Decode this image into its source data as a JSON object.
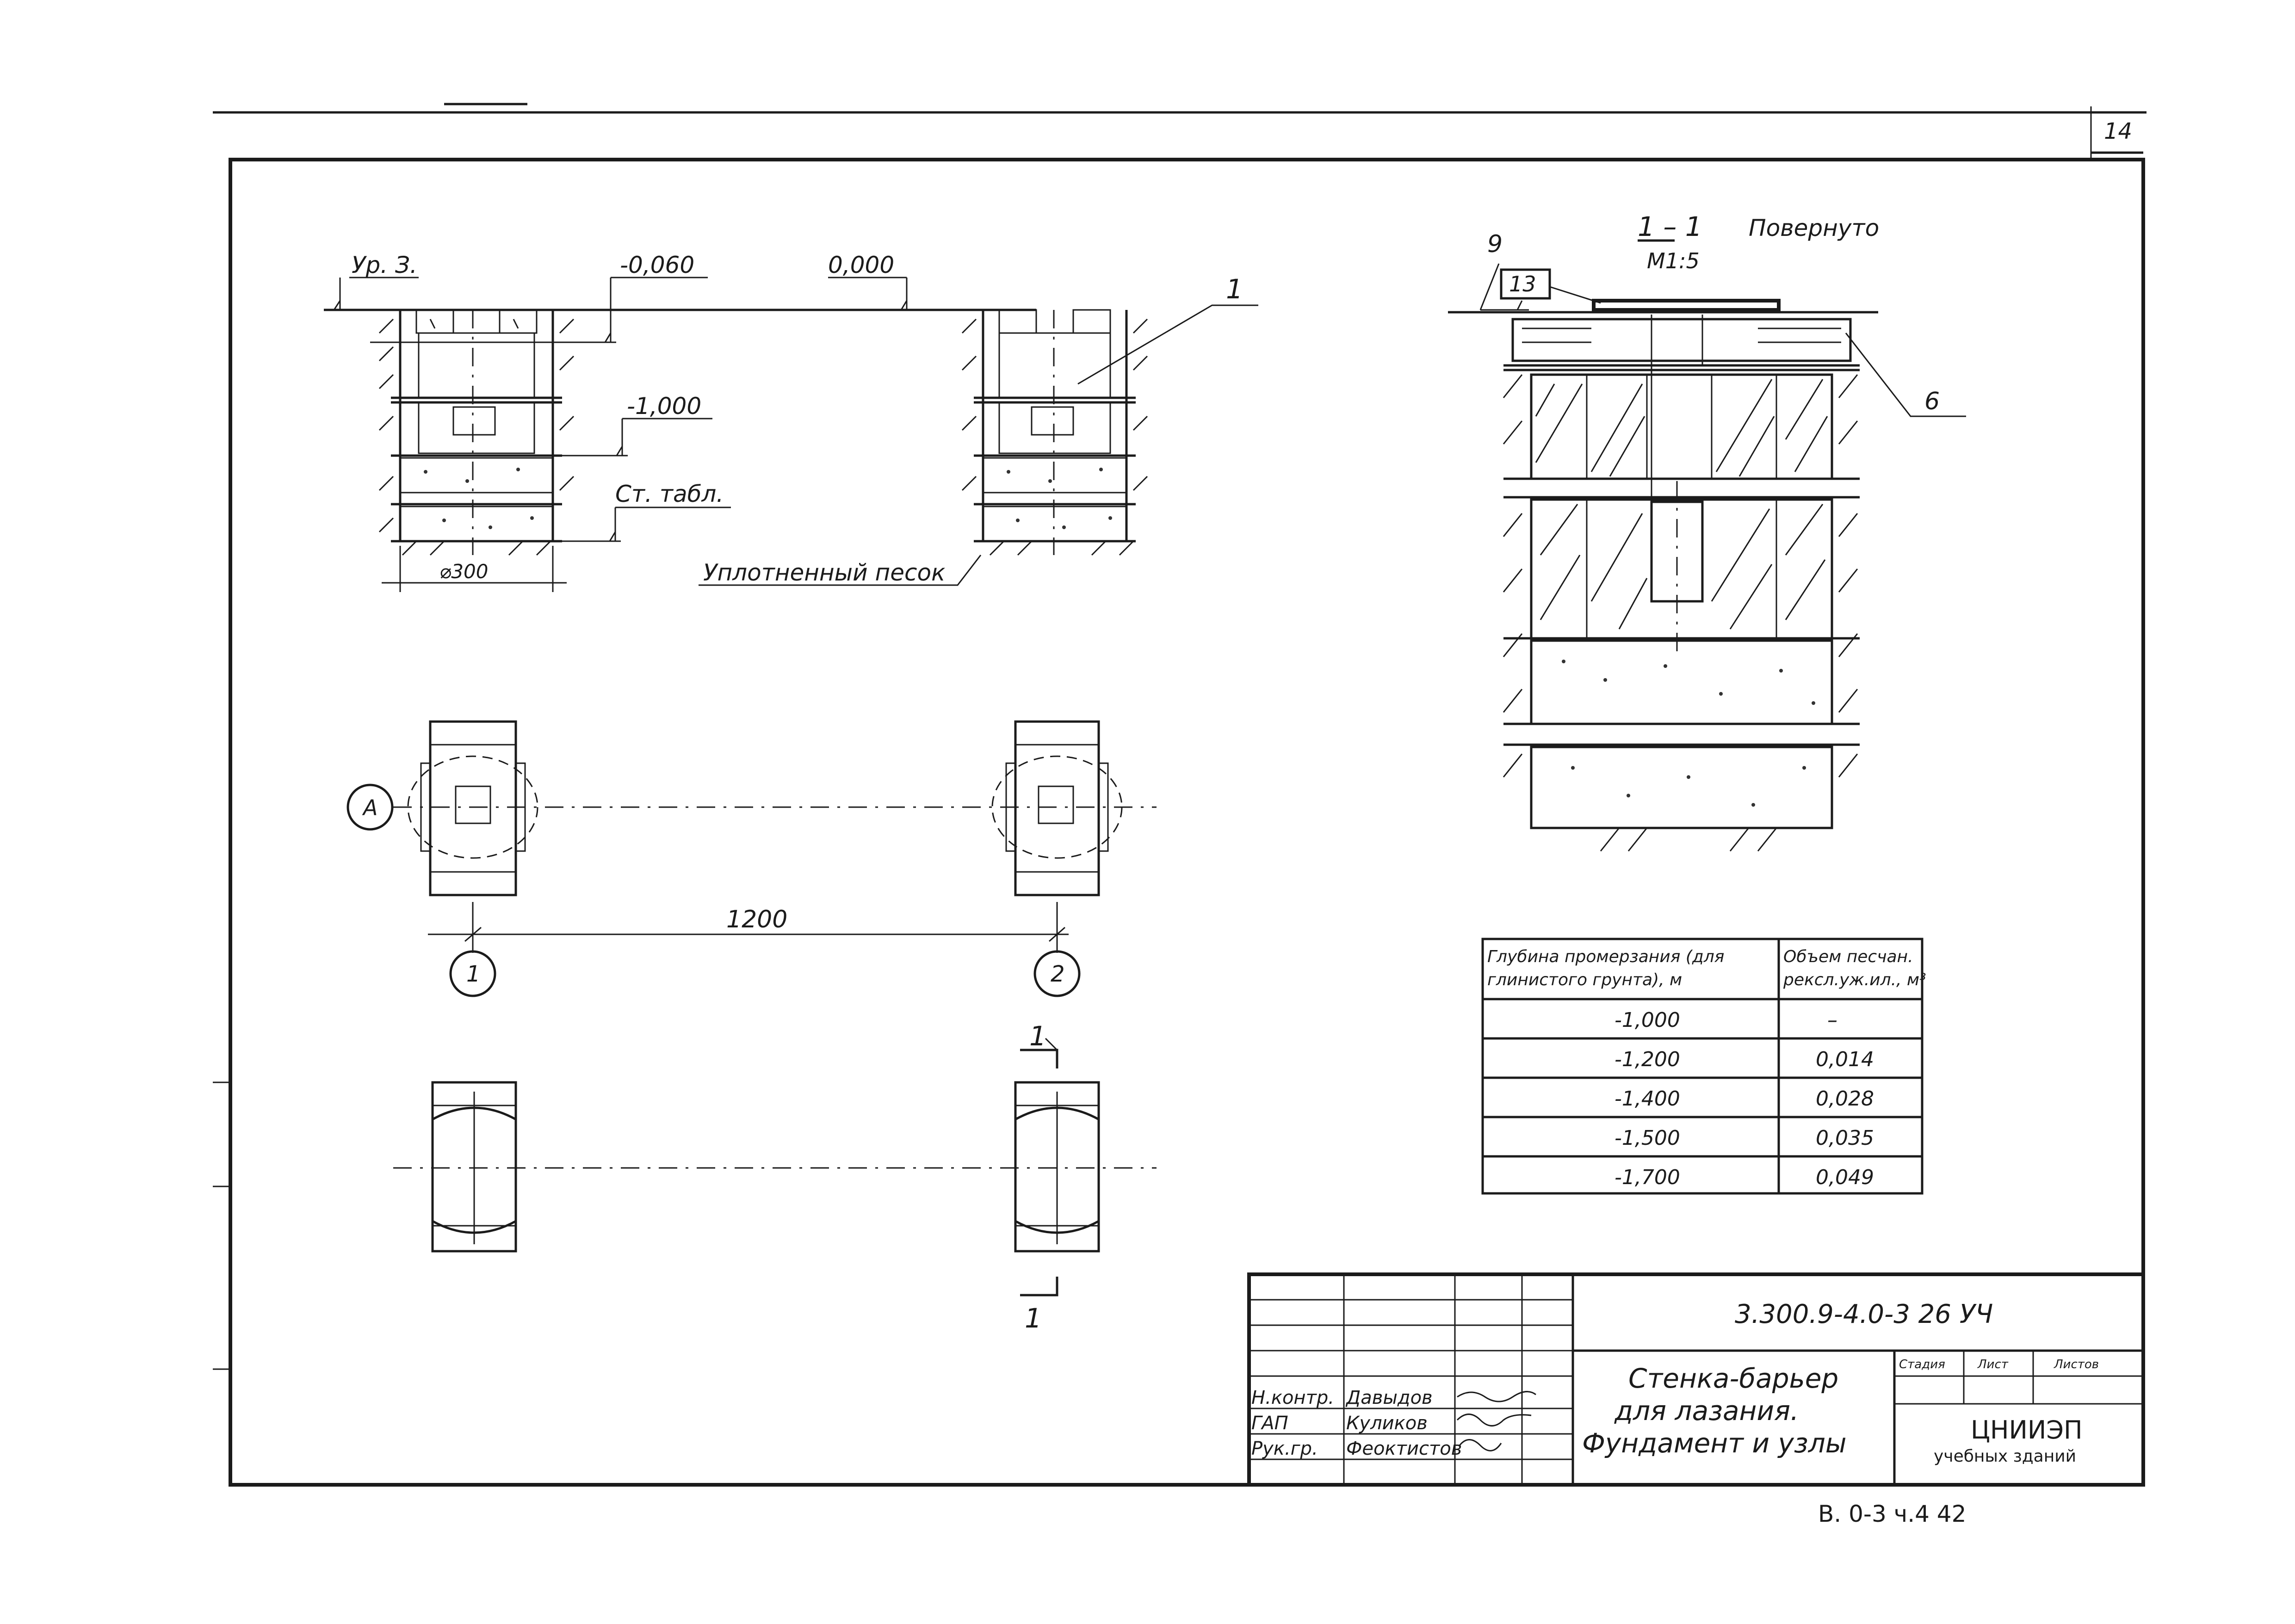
{
  "sheet": {
    "page_number": "14",
    "bottom_reference": "В. 0-3  ч.4  42"
  },
  "section_left": {
    "level_label": "Ур. З.",
    "mark_top": "-0,060",
    "mark_zero": "0,000",
    "mark_minus_1000": "-1,000",
    "mark_table": "Ст. табл.",
    "diameter": "⌀300",
    "sand_note": "Уплотненный песок",
    "callout_1": "1"
  },
  "plan": {
    "axis_a": "А",
    "dimension": "1200",
    "axis_1": "1",
    "axis_2": "2",
    "cut_mark_top": "1",
    "cut_mark_bottom": "1"
  },
  "section_1_1": {
    "title": "1 – 1",
    "subtitle": "Повернуто",
    "scale": "М1:5",
    "callout_9": "9",
    "callout_13": "13",
    "callout_6": "6"
  },
  "freeze_table": {
    "headers": [
      "Глубина промерзания (для глинистого грунта), м",
      "Объем песчан. рекслужил., м³"
    ],
    "header_lines": [
      [
        "Глубина промерзания (для",
        "глинистого грунта), м"
      ],
      [
        "Объем песчан.",
        "рексл.уж.ил., м³"
      ]
    ],
    "rows": [
      [
        "-1,000",
        "–"
      ],
      [
        "-1,200",
        "0,014"
      ],
      [
        "-1,400",
        "0,028"
      ],
      [
        "-1,500",
        "0,035"
      ],
      [
        "-1,700",
        "0,049"
      ]
    ]
  },
  "title_block": {
    "doc_code": "3.300.9-4.0-3 26 УЧ",
    "title_lines": [
      "Стенка-барьер",
      "для лазания.",
      "Фундамент и узлы"
    ],
    "org": "ЦНИИЭП",
    "org_sub": "учебных зданий",
    "stage_label": "Стадия",
    "sheet_label": "Лист",
    "sheets_label": "Листов",
    "roles": [
      {
        "role": "Н.контр.",
        "name": "Давыдов"
      },
      {
        "role": "ГАП",
        "name": "Куликов"
      },
      {
        "role": "Рук.гр.",
        "name": "Феоктистов"
      }
    ]
  }
}
